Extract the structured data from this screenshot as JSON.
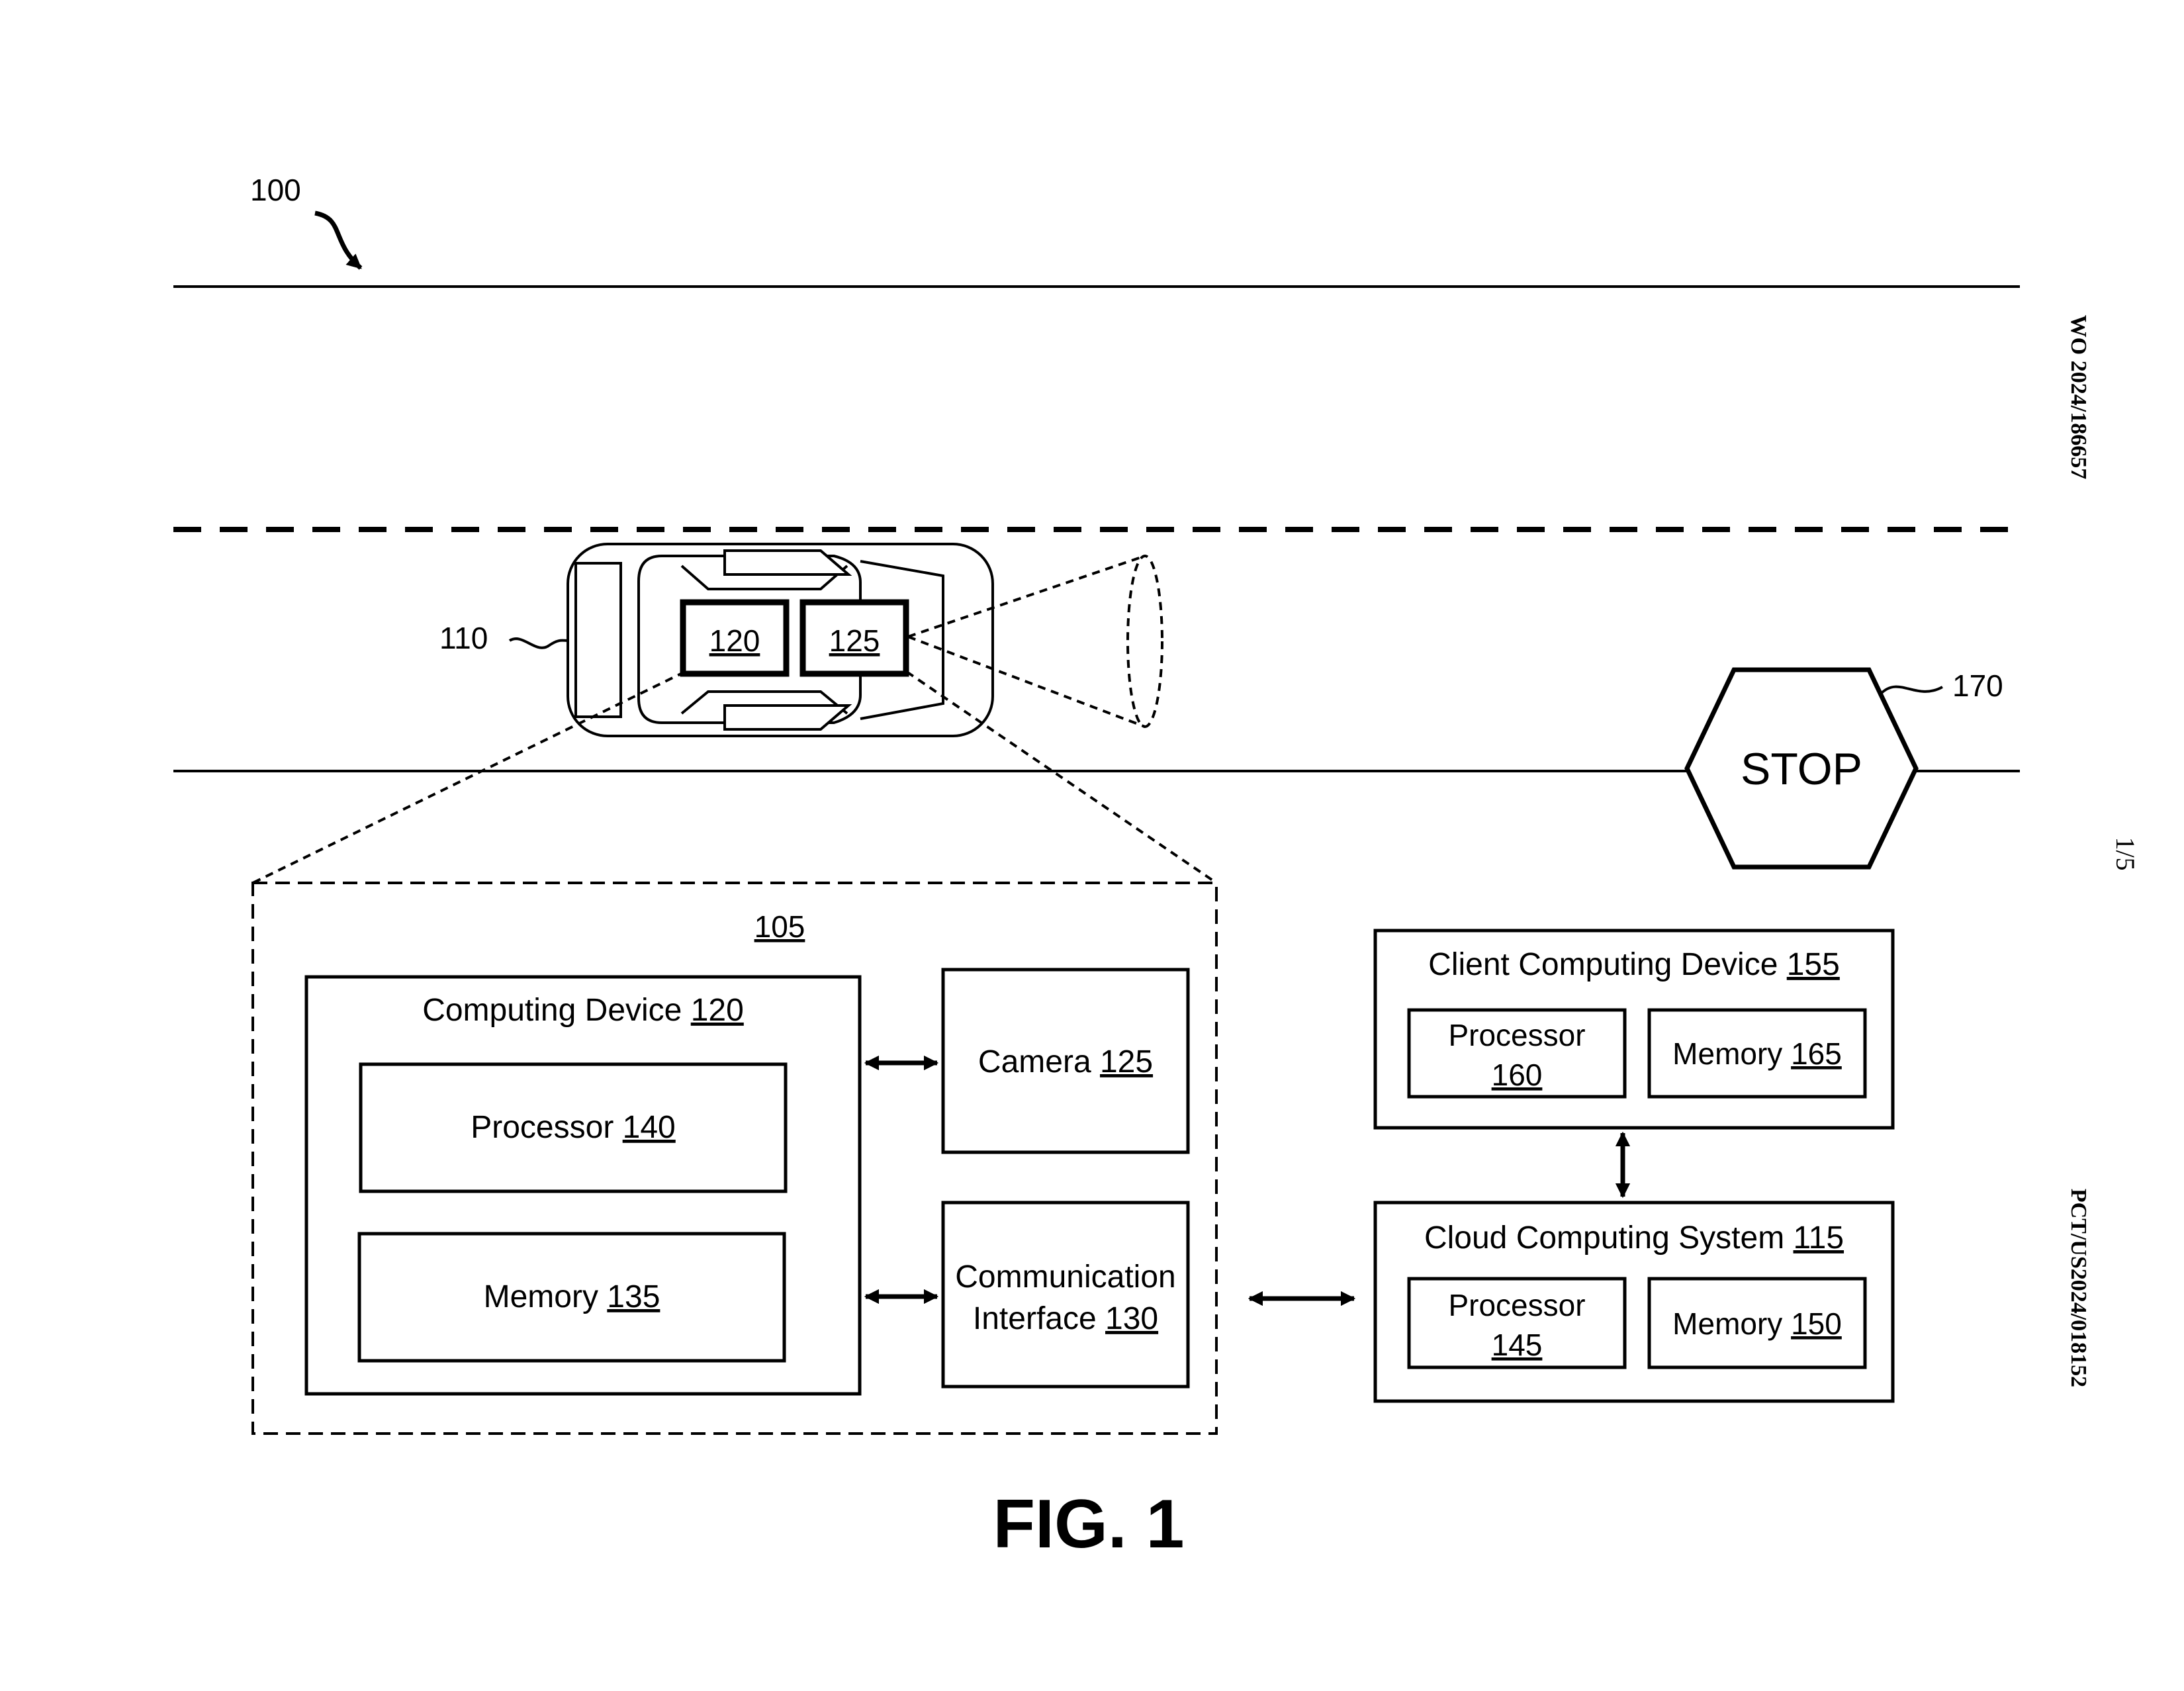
{
  "figure": {
    "caption": "FIG. 1",
    "ref_system": "100",
    "ref_vehicle": "110",
    "ref_stop_sign": "170",
    "stop_text": "STOP",
    "car_box_left": "120",
    "car_box_right": "125"
  },
  "onboard": {
    "ref": "105",
    "computing_device": {
      "name": "Computing Device",
      "num": "120"
    },
    "processor": {
      "name": "Processor",
      "num": "140"
    },
    "memory": {
      "name": "Memory",
      "num": "135"
    },
    "camera": {
      "name": "Camera",
      "num": "125"
    },
    "comm": {
      "line1": "Communication",
      "line2": "Interface",
      "num": "130"
    }
  },
  "client": {
    "title": {
      "name": "Client Computing Device",
      "num": "155"
    },
    "processor": {
      "name": "Processor",
      "num": "160"
    },
    "memory": {
      "name": "Memory",
      "num": "165"
    }
  },
  "cloud": {
    "title": {
      "name": "Cloud Computing System",
      "num": "115"
    },
    "processor": {
      "name": "Processor",
      "num": "145"
    },
    "memory": {
      "name": "Memory",
      "num": "150"
    }
  },
  "margin": {
    "pub_number": "WO 2024/186657",
    "page": "1/5",
    "app_number": "PCT/US2024/018152"
  }
}
